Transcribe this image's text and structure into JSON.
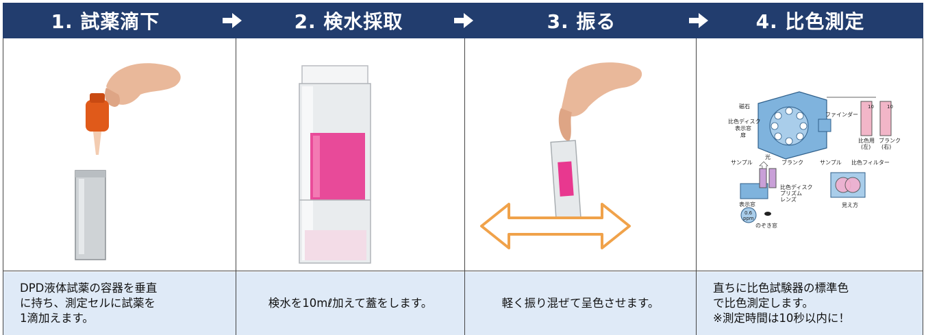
{
  "steps": [
    {
      "title": "1. 試薬滴下",
      "description": "DPD液体試薬の容器を垂直\nに持ち、測定セルに試薬を\n1滴加えます。"
    },
    {
      "title": "2. 検水採取",
      "description": "検水を10mℓ加えて蓋をします。"
    },
    {
      "title": "3. 振る",
      "description": "軽く振り混ぜて呈色させます。"
    },
    {
      "title": "4. 比色測定",
      "description": "直ちに比色試験器の標準色\nで比色測定します。\n※測定時間は10秒以内に！"
    }
  ],
  "diagram": {
    "magnet": "磁石",
    "finder": "ファインダー",
    "color_disk": "比色ディスク",
    "display_window": "表示窓",
    "door": "扉",
    "cell_comparison": "比色用",
    "cell_comparison_side": "(左)",
    "cell_blank": "ブランク",
    "cell_blank_side": "(右)",
    "cell_number": "10",
    "sample": "サンプル",
    "light": "光",
    "blank": "ブランク",
    "color_disk2": "比色ディスク",
    "prism": "プリズム",
    "lens": "レンズ",
    "display_window2": "表示窓",
    "reading_value": "0.6",
    "reading_unit": "ppm",
    "peep_window": "のぞき窓",
    "sample2": "サンプル",
    "color_filter": "比色フィルター",
    "appearance": "見え方"
  },
  "colors": {
    "header": "#223d6e",
    "text_bg": "#dfeaf7",
    "pink": "#e8388f",
    "orange_arrow": "#f0a24a",
    "diagram_blue": "#7fb3dd"
  }
}
